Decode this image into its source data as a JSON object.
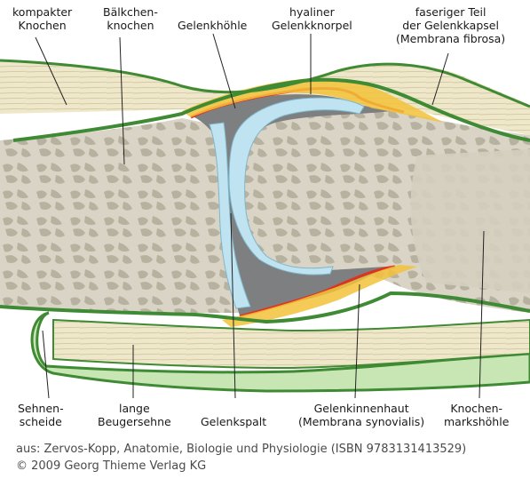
{
  "labels": {
    "kompakter_knochen": [
      "kompakter",
      "Knochen"
    ],
    "baelkchenknochen": [
      "Bälkchen-",
      "knochen"
    ],
    "gelenkhoehle": [
      "Gelenkhöhle"
    ],
    "hyaliner_gelenkknorpel": [
      "hyaliner",
      "Gelenkknorpel"
    ],
    "faseriger_teil": [
      "faseriger Teil",
      "der Gelenkkapsel",
      "(Membrana fibrosa)"
    ],
    "sehnenscheide": [
      "Sehnen-",
      "scheide"
    ],
    "lange_beugersehne": [
      "lange",
      "Beugersehne"
    ],
    "gelenkspalt": [
      "Gelenkspalt"
    ],
    "gelenkinnenhaut": [
      "Gelenkinnenhaut",
      "(Membrana synovialis)"
    ],
    "knochenmarkshoehle": [
      "Knochen-",
      "markshöhle"
    ]
  },
  "caption": {
    "source": "aus: Zervos-Kopp, Anatomie, Biologie und Physiologie (ISBN 9783131413529)",
    "copyright": "© 2009 Georg Thieme Verlag KG"
  },
  "colors": {
    "bone": "#d8d3c4",
    "marrow_pattern": "#b9b3a2",
    "periosteum_green": "#3f8a34",
    "cartilage_blue": "#bfe3f0",
    "synovial_red": "#e0301e",
    "capsule_yellow": "#f2c23a",
    "joint_cavity_gray": "#7b7d7e",
    "tendon_beige": "#efe6c8"
  }
}
